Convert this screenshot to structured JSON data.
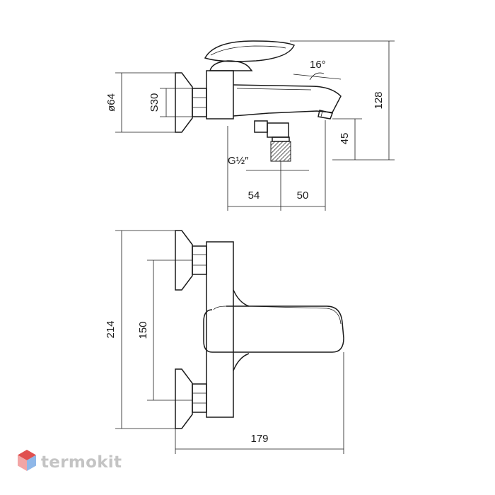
{
  "brand": {
    "name": "termokit",
    "colors": {
      "cube_top": "#e05050",
      "cube_left": "#f2a5a5",
      "cube_right": "#8fb7e8",
      "text": "#c4c4c4"
    }
  },
  "side_view": {
    "dimensions": {
      "flange_diameter": "ø64",
      "nut_size": "S30",
      "spout_angle": "16°",
      "total_height": "128",
      "outlet_height": "45",
      "connection_thread": "G½″",
      "offset_left": "54",
      "offset_right": "50"
    }
  },
  "top_view": {
    "dimensions": {
      "overall_height": "214",
      "center_distance": "150",
      "overall_depth": "179"
    }
  }
}
